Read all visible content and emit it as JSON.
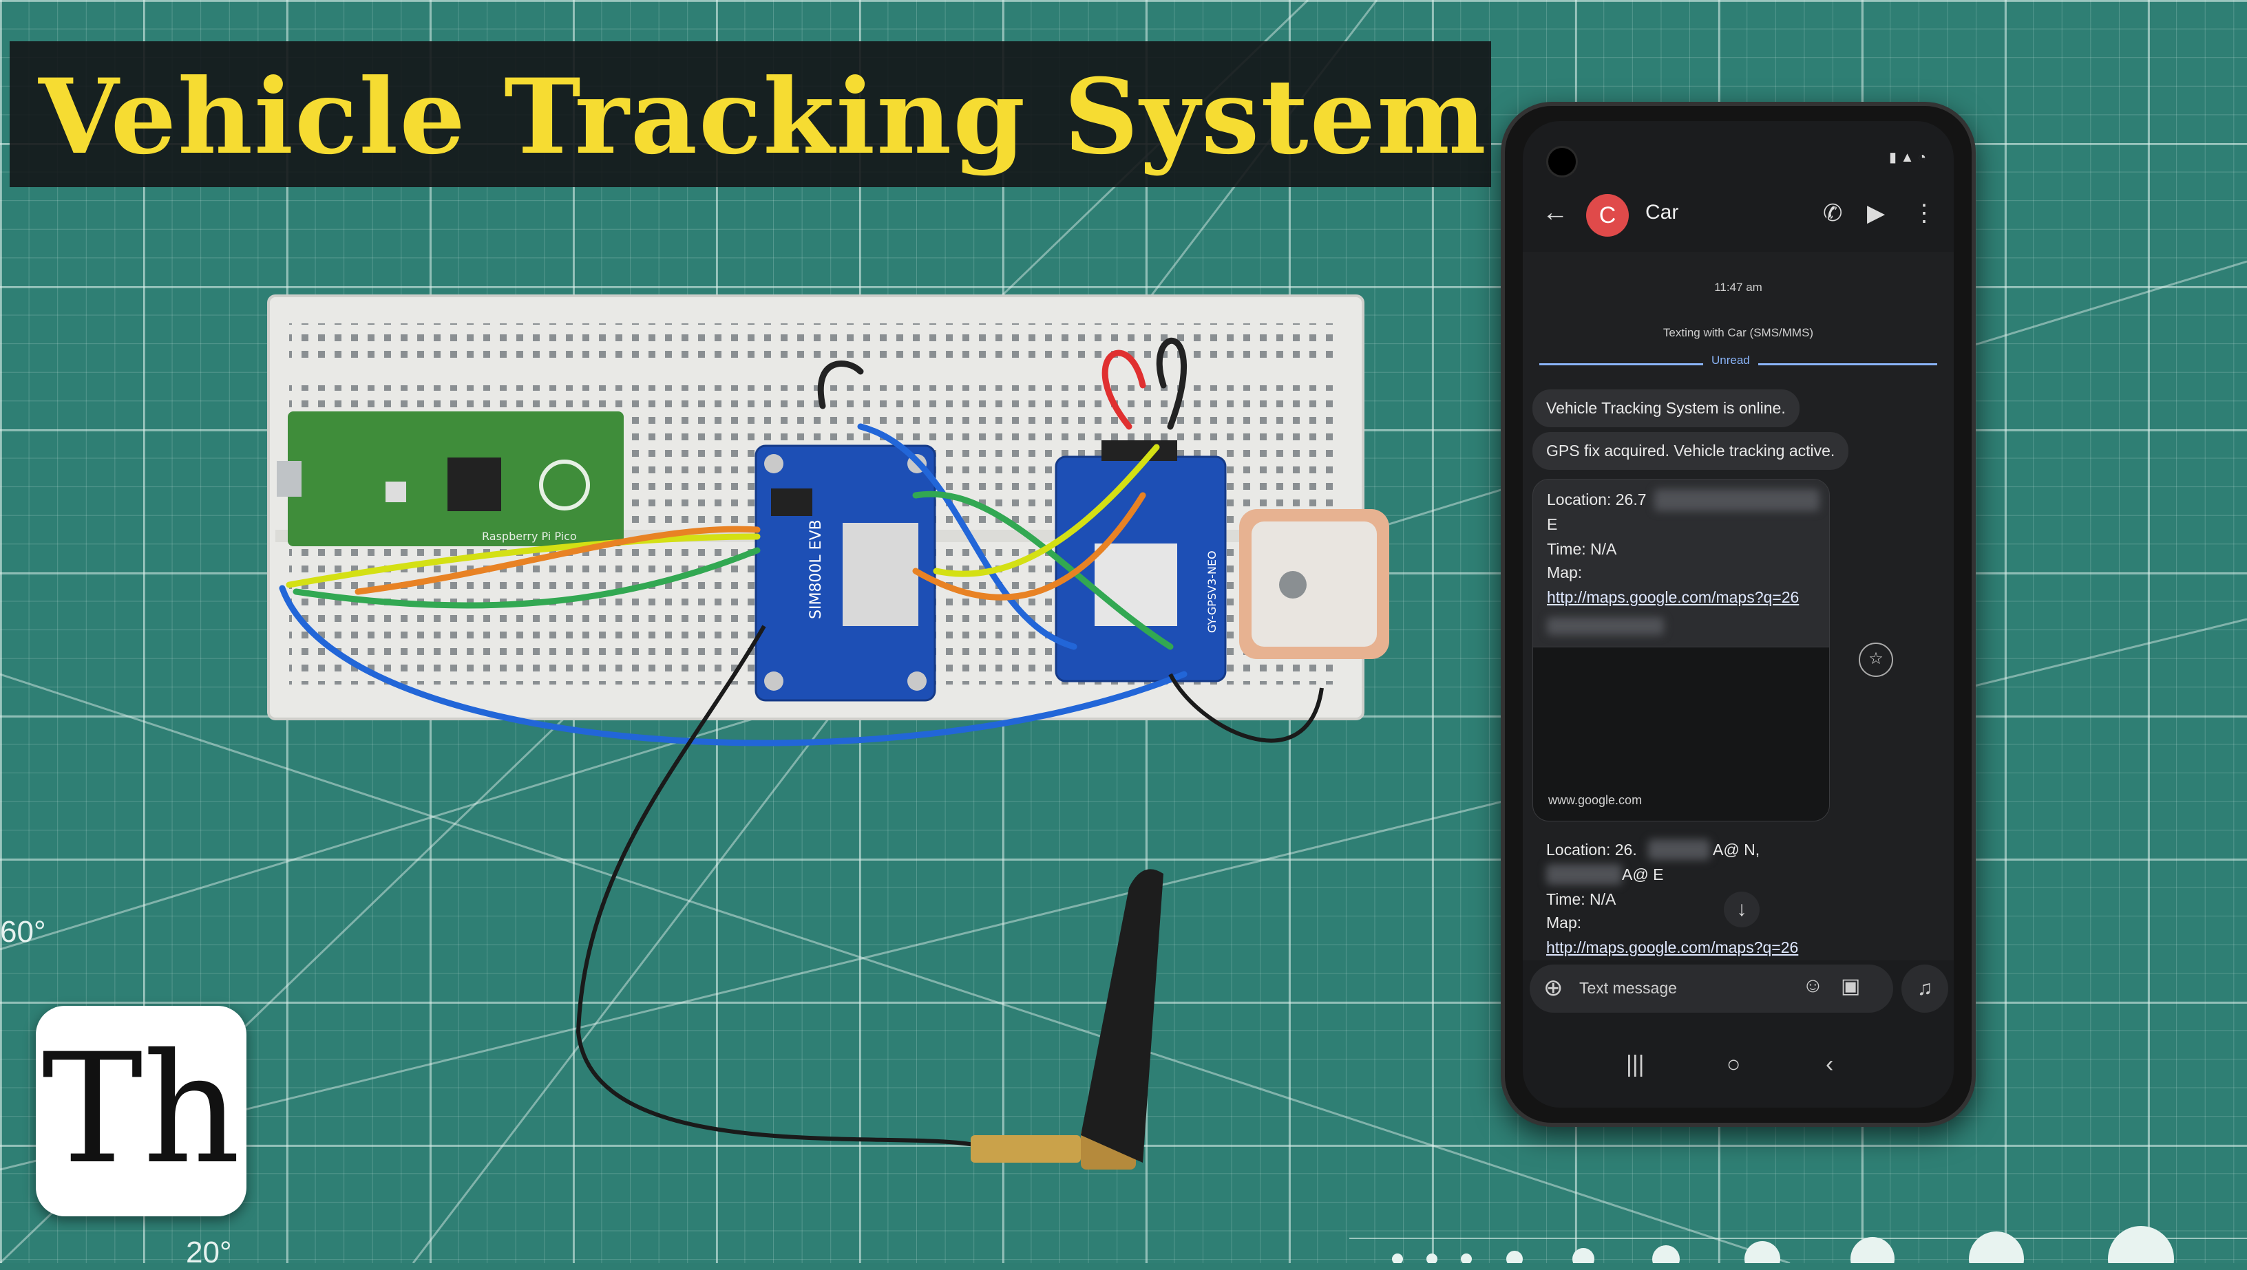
{
  "title": "Vehicle Tracking System",
  "mat_labels": [
    "60°",
    "20°"
  ],
  "logo": "Th",
  "boards": {
    "pico": "Raspberry Pi Pico",
    "gsm": "SIM800L EVB",
    "gps": "GY-GPSV3-NEO"
  },
  "phone": {
    "contact_initial": "C",
    "contact_name": "Car",
    "time": "11:47 am",
    "texting_with": "Texting with Car (SMS/MMS)",
    "unread_label": "Unread",
    "messages": {
      "m1": "Vehicle Tracking System is online.",
      "m2": "GPS fix acquired. Vehicle tracking active.",
      "card1": {
        "line1": "Location: 26.7",
        "line2": "E",
        "line3": "Time: N/A",
        "line4": "Map:",
        "link": "http://maps.google.com/maps?q=26",
        "preview_site": "www.google.com"
      },
      "card2": {
        "line1a": "Location: 26.",
        "line1b": "A@ N,",
        "line2": "A@ E",
        "line3": "Time: N/A",
        "line4": "Map:",
        "link": "http://maps.google.com/maps?q=26"
      }
    },
    "composer_placeholder": "Text message",
    "icons": [
      "back-arrow-icon",
      "phone-icon",
      "video-icon",
      "more-icon",
      "star-icon",
      "scroll-down-icon",
      "add-icon",
      "emoji-icon",
      "gallery-icon",
      "voice-icon",
      "recents-icon",
      "home-icon",
      "back-nav-icon"
    ]
  },
  "colors": {
    "mat": "#2f7f74",
    "title_text": "#f6dc32",
    "title_bg": "#141618",
    "board_blue": "#1d4fb5",
    "pico_green": "#3f8d3a",
    "avatar": "#e04a4a",
    "unread": "#8ab4f8"
  }
}
